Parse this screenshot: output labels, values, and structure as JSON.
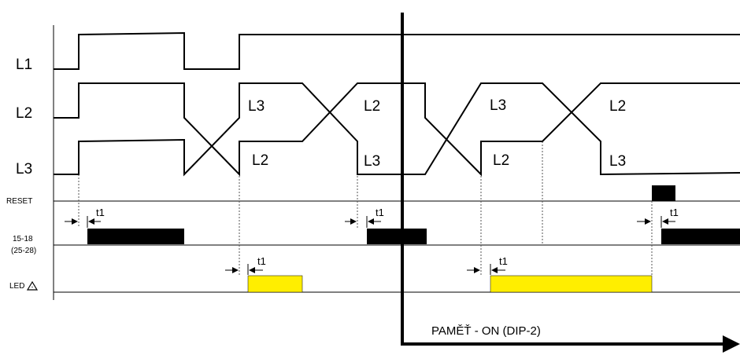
{
  "labels": {
    "l1": "L1",
    "l2": "L2",
    "l3": "L3",
    "reset": "RESET",
    "relay_line1": "15-18",
    "relay_line2": "(25-28)",
    "led": "LED"
  },
  "waveform_labels": {
    "l3": "L3",
    "l2": "L2"
  },
  "delay_label": "t1",
  "memory_label": "PAMĚŤ - ON (DIP-2)",
  "colors": {
    "trace": "#000000",
    "relay_on": "#000000",
    "led_on": "#ffee00",
    "reset_pulse": "#000000"
  },
  "icons": [
    "warning-triangle-icon",
    "arrow-right-icon"
  ]
}
